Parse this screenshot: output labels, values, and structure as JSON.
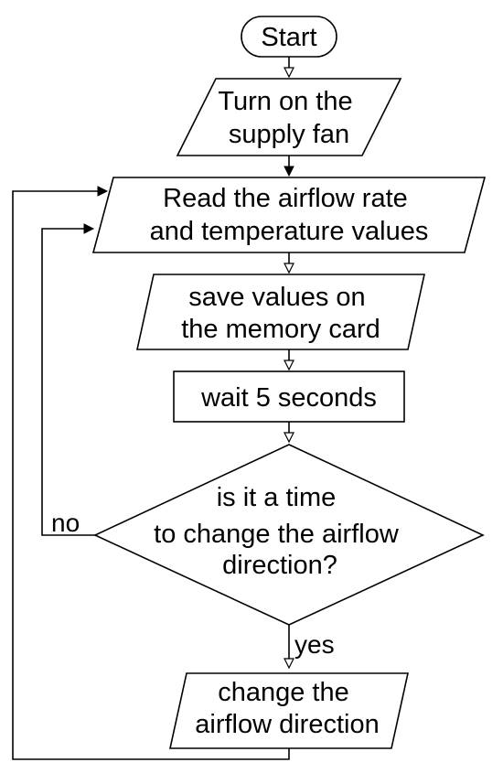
{
  "nodes": {
    "start": {
      "shape": "terminal",
      "lines": [
        "Start"
      ]
    },
    "supply_fan": {
      "shape": "parallelogram",
      "lines": [
        "Turn on the",
        "supply fan"
      ]
    },
    "read_values": {
      "shape": "parallelogram",
      "lines": [
        "Read the airflow rate",
        "and temperature values"
      ]
    },
    "save_values": {
      "shape": "parallelogram",
      "lines": [
        "save values on",
        "the memory card"
      ]
    },
    "wait": {
      "shape": "process",
      "lines": [
        "wait 5 seconds"
      ]
    },
    "decision": {
      "shape": "decision",
      "lines": [
        "is it a time",
        "to change the airflow",
        "direction?"
      ]
    },
    "change_direction": {
      "shape": "parallelogram",
      "lines": [
        "change the",
        "airflow direction"
      ]
    }
  },
  "edges": {
    "no_label": "no",
    "yes_label": "yes"
  },
  "colors": {
    "stroke": "#000000",
    "fill": "#ffffff",
    "text": "#000000"
  }
}
